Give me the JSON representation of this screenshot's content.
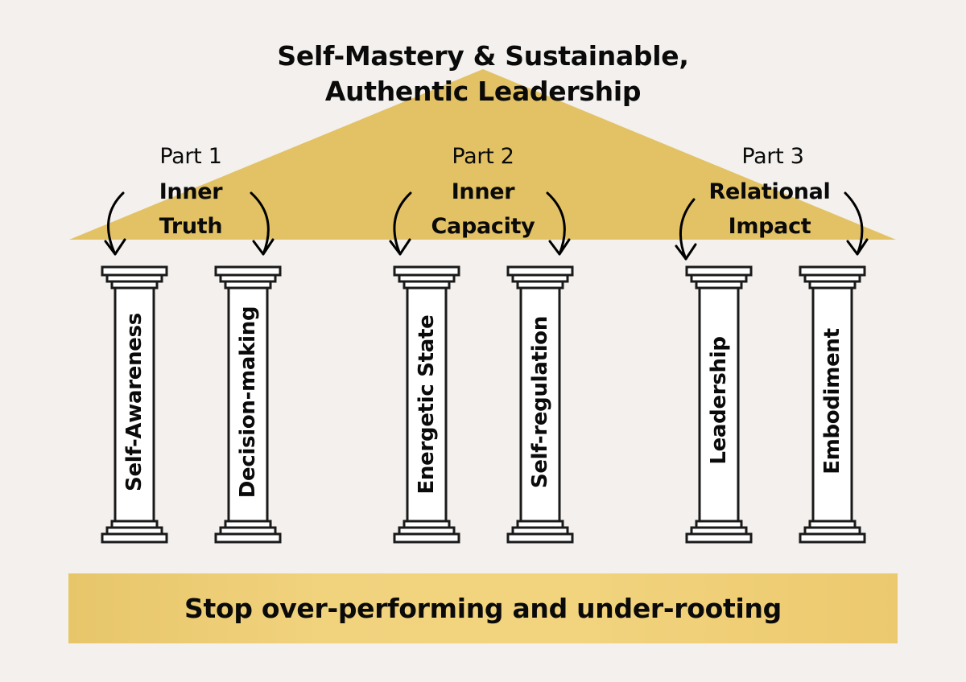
{
  "colors": {
    "background": "#f3f0ed",
    "roof": "#e3c265",
    "banner": "#f0d07a",
    "column_fill": "#ffffff",
    "outline": "#1a1a1a",
    "text": "#0a0a0a"
  },
  "roof": {
    "title_line1": "Self-Mastery & Sustainable,",
    "title_line2": "Authentic Leadership"
  },
  "parts": [
    {
      "label": "Part 1",
      "name_line1": "Inner",
      "name_line2": "Truth",
      "pillars": [
        "Self-Awareness",
        "Decision-making"
      ]
    },
    {
      "label": "Part 2",
      "name_line1": "Inner",
      "name_line2": "Capacity",
      "pillars": [
        "Energetic State",
        "Self-regulation"
      ]
    },
    {
      "label": "Part 3",
      "name_line1": "Relational",
      "name_line2": "Impact",
      "pillars": [
        "Leadership",
        "Embodiment"
      ]
    }
  ],
  "icons": {
    "arrow": "curved-arrow-down-icon",
    "pillar": "greek-column-icon"
  },
  "foundation": {
    "text": "Stop over-performing and under-rooting"
  }
}
